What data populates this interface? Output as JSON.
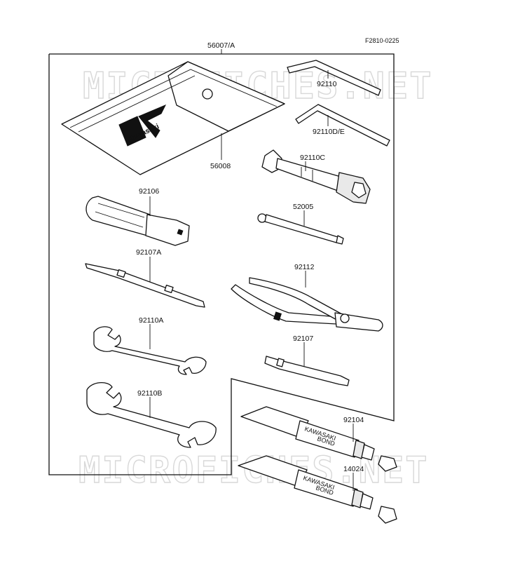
{
  "figure_code": "F2810-0225",
  "watermark": "MICROFICHES.NET",
  "group_label": "56007/A",
  "brand_logo_text": "Kawasaki",
  "bond_tube_text": [
    "KAWASAKI",
    "BOND"
  ],
  "parts": {
    "tool_bag": "56008",
    "hex_key_1": "92110",
    "hex_key_2": "92110D/E",
    "spark_plug_wrench": "92110C",
    "handle_bar": "52005",
    "screwdriver_handle": "92106",
    "screwdriver_blade": "92107A",
    "pliers": "92112",
    "wrench_a": "92110A",
    "screwdriver_phillips": "92107",
    "wrench_b": "92110B",
    "bond_tube_1": "92104",
    "bond_tube_2": "14024"
  }
}
